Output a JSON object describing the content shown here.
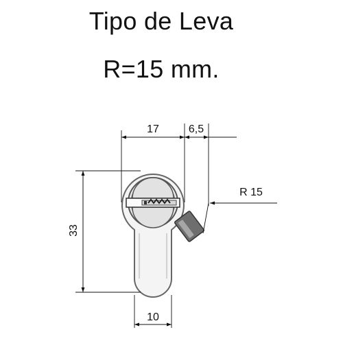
{
  "title": {
    "line1": "Tipo de Leva",
    "line2": "R=15 mm."
  },
  "dimensions": {
    "top_width": "17",
    "cam_offset": "6,5",
    "height": "33",
    "bottom_width": "10",
    "radius": "R 15"
  },
  "colors": {
    "line": "#111111",
    "outline": "#555555",
    "cylinder_fill": "#f4f4f4",
    "plug_fill": "#e4e4e4",
    "cam_fill": "#6e6e6e"
  }
}
